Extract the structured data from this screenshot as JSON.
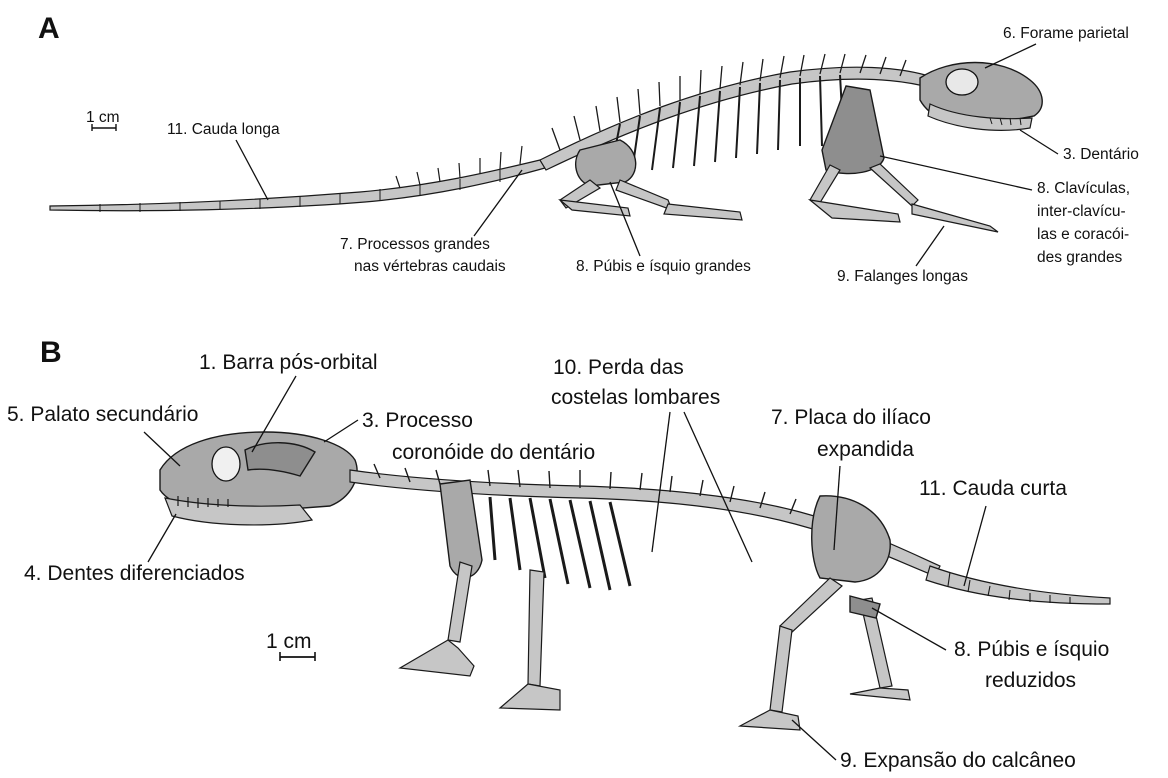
{
  "panel_a": {
    "letter": "A",
    "scale_bar": "1 cm",
    "labels": {
      "forame_parietal": "6. Forame parietal",
      "dentario": "3. Dentário",
      "cauda_longa": "11. Cauda longa",
      "clav_line1": "8. Clavículas,",
      "clav_line2": "inter-clavícu-",
      "clav_line3": "las e coracói-",
      "clav_line4": "des grandes",
      "processos_line1": "7. Processos grandes",
      "processos_line2": "nas vértebras caudais",
      "pubis": "8. Púbis e ísquio grandes",
      "falanges": "9. Falanges longas"
    }
  },
  "panel_b": {
    "letter": "B",
    "scale_bar": "1 cm",
    "labels": {
      "barra": "1. Barra pós-orbital",
      "palato": "5. Palato secundário",
      "processo_line1": "3. Processo",
      "processo_line2": "coronóide do dentário",
      "perda_line1": "10. Perda das",
      "perda_line2": "costelas lombares",
      "placa_line1": "7. Placa do ilíaco",
      "placa_line2": "expandida",
      "cauda_curta": "11. Cauda curta",
      "dentes": "4. Dentes diferenciados",
      "pubis_line1": "8. Púbis e ísquio",
      "pubis_line2": "reduzidos",
      "calcaneo": "9. Expansão do calcâneo"
    }
  }
}
